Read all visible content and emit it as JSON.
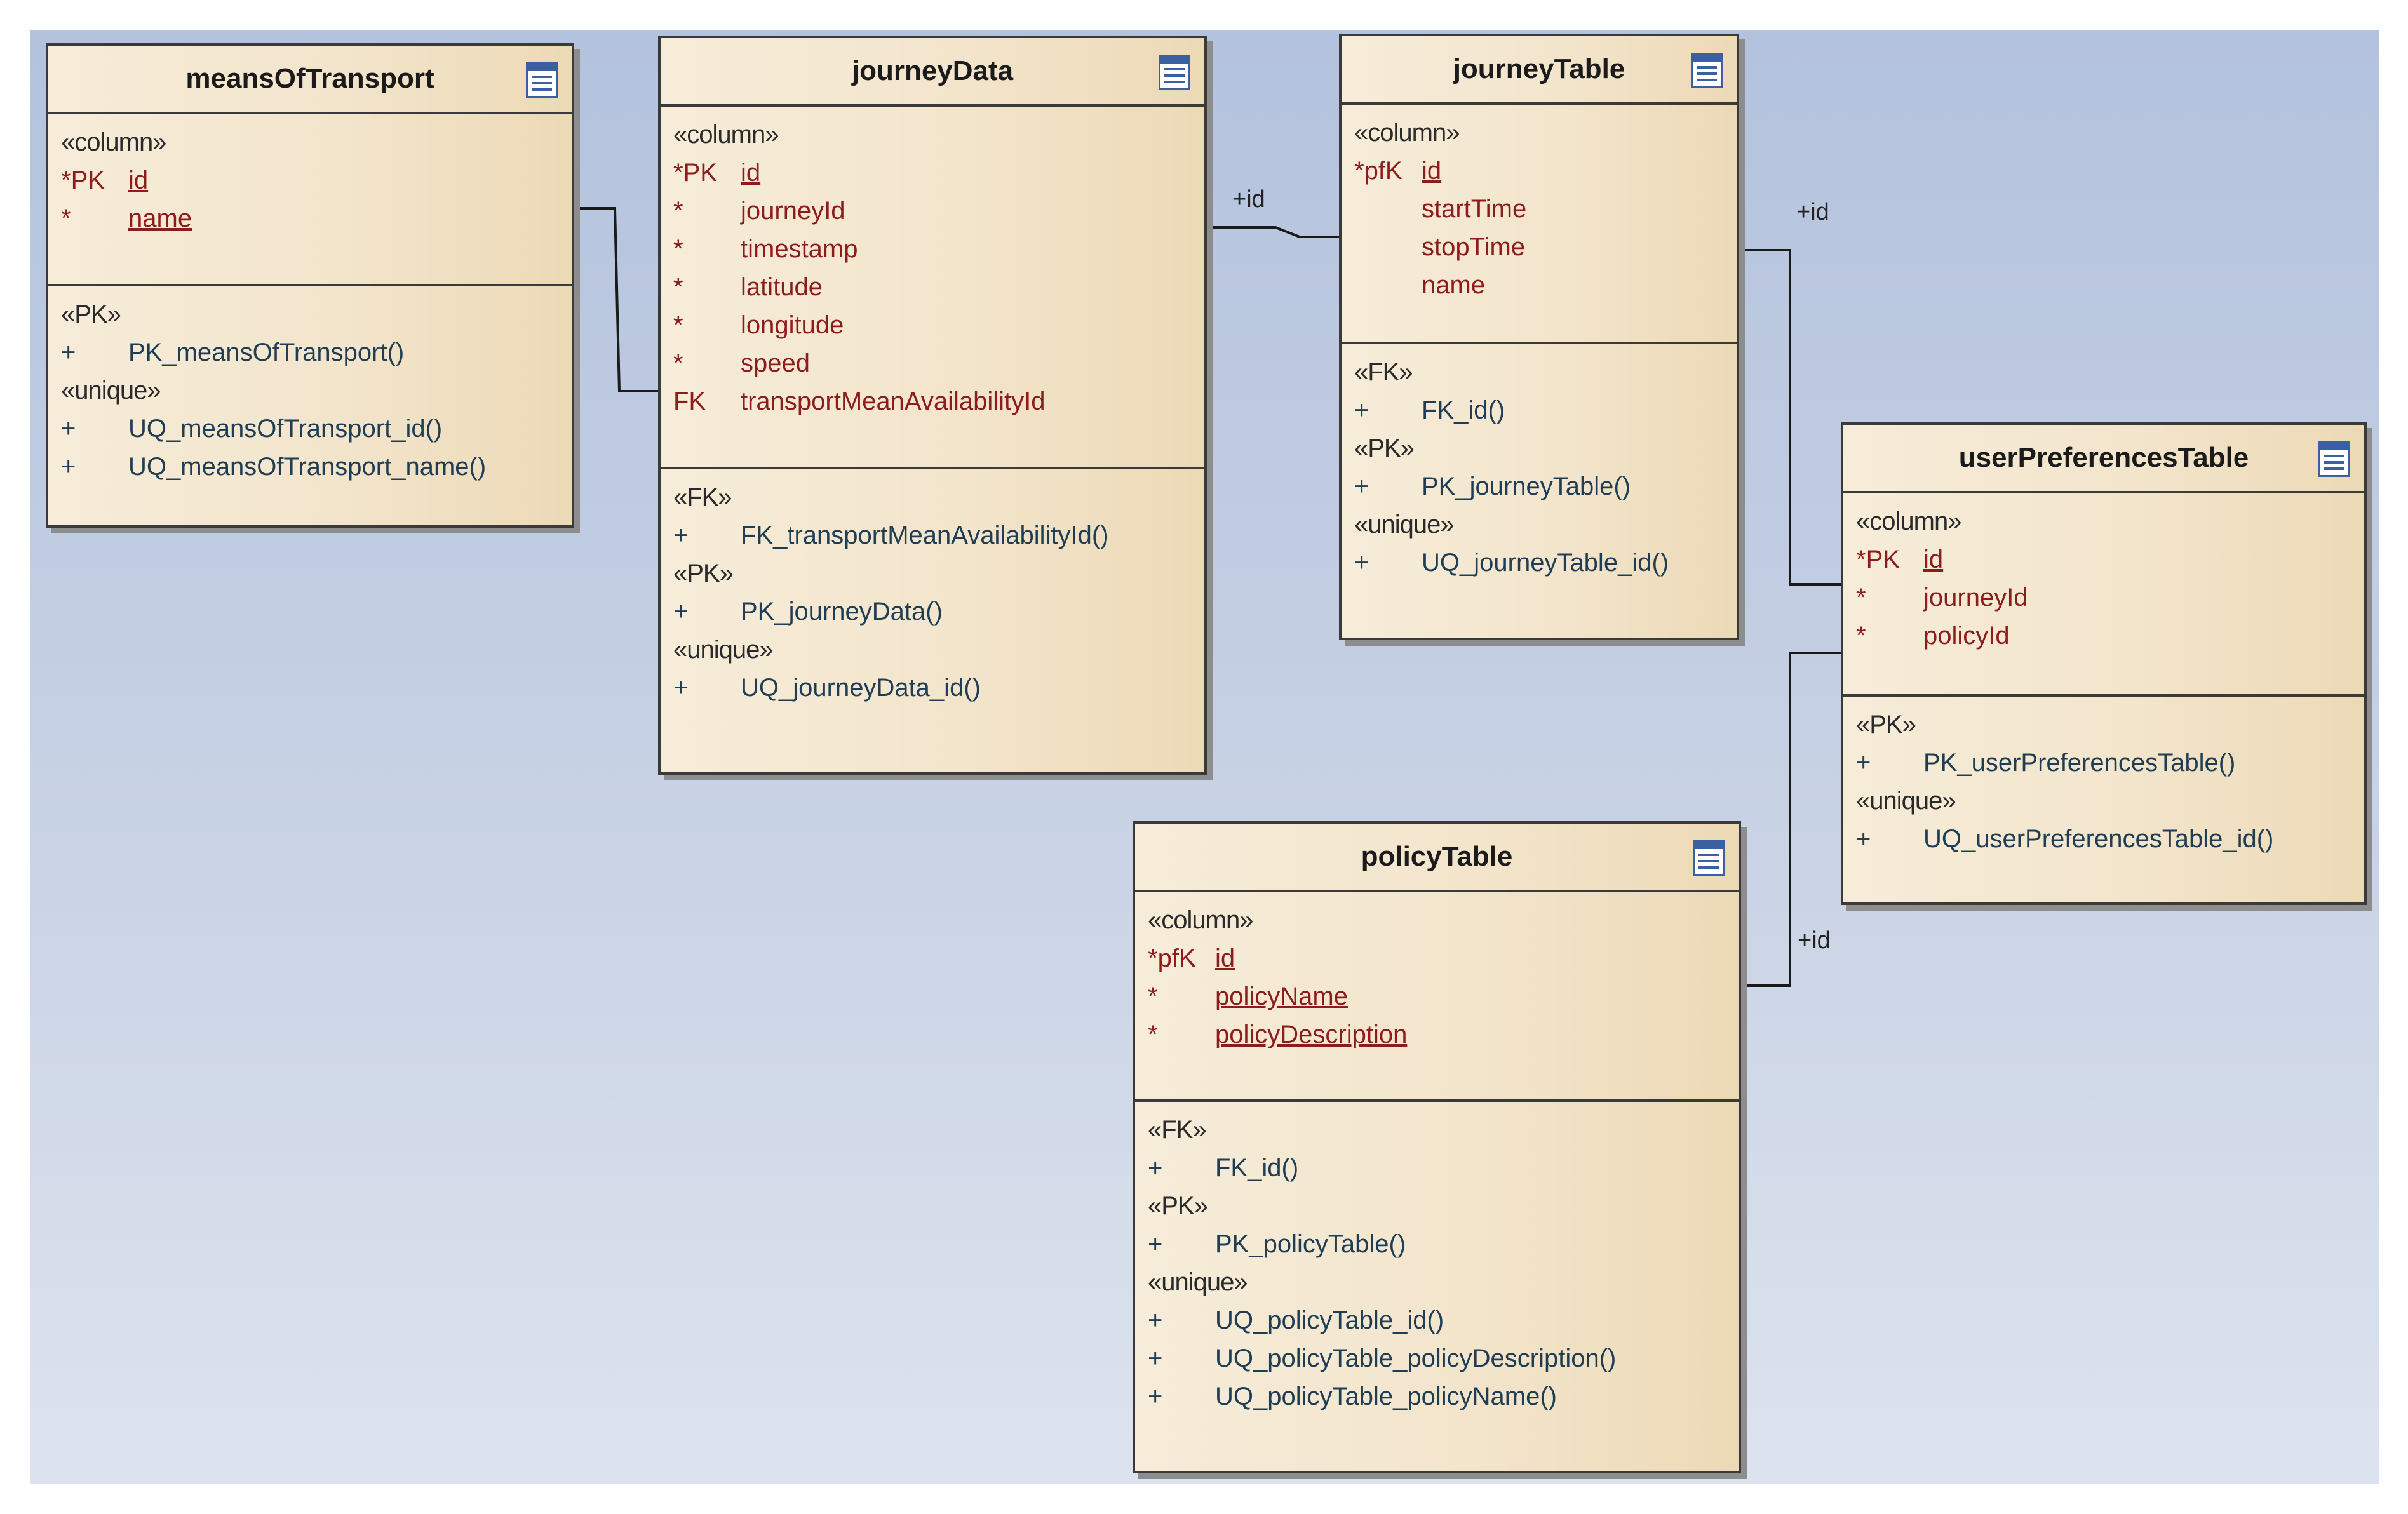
{
  "connectors": {
    "labels": [
      "+id",
      "+id",
      "+id"
    ]
  },
  "tables": {
    "meansOfTransport": {
      "title": "meansOfTransport",
      "icon": "table-icon",
      "columns_stereotype": "«column»",
      "columns": [
        {
          "mark": "*PK",
          "name": "id"
        },
        {
          "mark": "*",
          "name": "name"
        }
      ],
      "groups": [
        {
          "stereotype": "«PK»",
          "ops": [
            {
              "vis": "+",
              "name": "PK_meansOfTransport()"
            }
          ]
        },
        {
          "stereotype": "«unique»",
          "ops": [
            {
              "vis": "+",
              "name": "UQ_meansOfTransport_id()"
            },
            {
              "vis": "+",
              "name": "UQ_meansOfTransport_name()"
            }
          ]
        }
      ]
    },
    "journeyData": {
      "title": "journeyData",
      "icon": "table-icon",
      "columns_stereotype": "«column»",
      "columns": [
        {
          "mark": "*PK",
          "name": "id"
        },
        {
          "mark": "*",
          "name": "journeyId"
        },
        {
          "mark": "*",
          "name": "timestamp"
        },
        {
          "mark": "*",
          "name": "latitude"
        },
        {
          "mark": "*",
          "name": "longitude"
        },
        {
          "mark": "*",
          "name": "speed"
        },
        {
          "mark": "FK",
          "name": "transportMeanAvailabilityId"
        }
      ],
      "groups": [
        {
          "stereotype": "«FK»",
          "ops": [
            {
              "vis": "+",
              "name": "FK_transportMeanAvailabilityId()"
            }
          ]
        },
        {
          "stereotype": "«PK»",
          "ops": [
            {
              "vis": "+",
              "name": "PK_journeyData()"
            }
          ]
        },
        {
          "stereotype": "«unique»",
          "ops": [
            {
              "vis": "+",
              "name": "UQ_journeyData_id()"
            }
          ]
        }
      ]
    },
    "journeyTable": {
      "title": "journeyTable",
      "icon": "table-icon",
      "columns_stereotype": "«column»",
      "columns": [
        {
          "mark": "*pfK",
          "name": "id"
        },
        {
          "mark": "",
          "name": "startTime"
        },
        {
          "mark": "",
          "name": "stopTime"
        },
        {
          "mark": "",
          "name": "name"
        }
      ],
      "groups": [
        {
          "stereotype": "«FK»",
          "ops": [
            {
              "vis": "+",
              "name": "FK_id()"
            }
          ]
        },
        {
          "stereotype": "«PK»",
          "ops": [
            {
              "vis": "+",
              "name": "PK_journeyTable()"
            }
          ]
        },
        {
          "stereotype": "«unique»",
          "ops": [
            {
              "vis": "+",
              "name": "UQ_journeyTable_id()"
            }
          ]
        }
      ]
    },
    "userPreferencesTable": {
      "title": "userPreferencesTable",
      "icon": "table-icon",
      "columns_stereotype": "«column»",
      "columns": [
        {
          "mark": "*PK",
          "name": "id"
        },
        {
          "mark": "*",
          "name": "journeyId"
        },
        {
          "mark": "*",
          "name": "policyId"
        }
      ],
      "groups": [
        {
          "stereotype": "«PK»",
          "ops": [
            {
              "vis": "+",
              "name": "PK_userPreferencesTable()"
            }
          ]
        },
        {
          "stereotype": "«unique»",
          "ops": [
            {
              "vis": "+",
              "name": "UQ_userPreferencesTable_id()"
            }
          ]
        }
      ]
    },
    "policyTable": {
      "title": "policyTable",
      "icon": "table-icon",
      "columns_stereotype": "«column»",
      "columns": [
        {
          "mark": "*pfK",
          "name": "id"
        },
        {
          "mark": "*",
          "name": "policyName"
        },
        {
          "mark": "*",
          "name": "policyDescription"
        }
      ],
      "groups": [
        {
          "stereotype": "«FK»",
          "ops": [
            {
              "vis": "+",
              "name": "FK_id()"
            }
          ]
        },
        {
          "stereotype": "«PK»",
          "ops": [
            {
              "vis": "+",
              "name": "PK_policyTable()"
            }
          ]
        },
        {
          "stereotype": "«unique»",
          "ops": [
            {
              "vis": "+",
              "name": "UQ_policyTable_id()"
            },
            {
              "vis": "+",
              "name": "UQ_policyTable_policyDescription()"
            },
            {
              "vis": "+",
              "name": "UQ_policyTable_policyName()"
            }
          ]
        }
      ]
    }
  }
}
